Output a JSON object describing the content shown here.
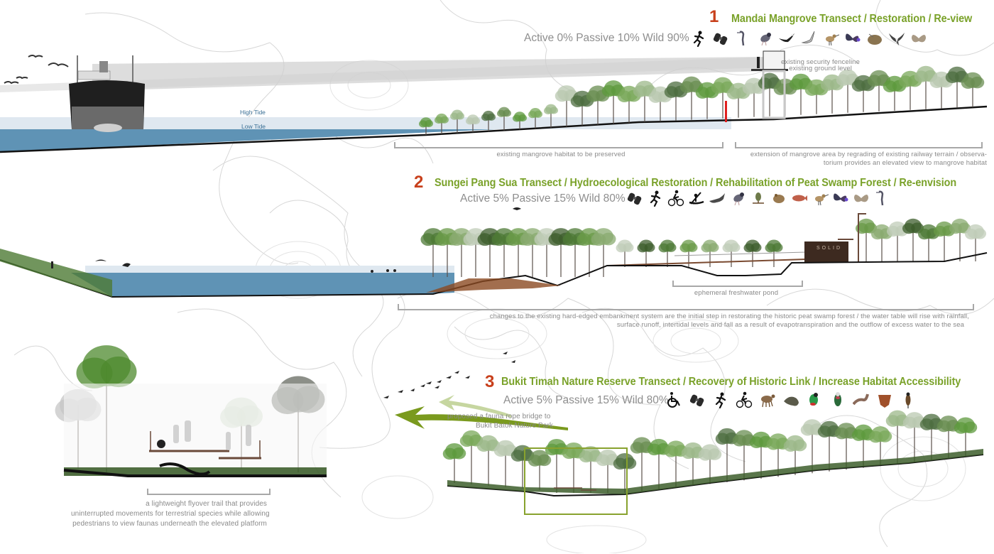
{
  "transects": [
    {
      "number": "1",
      "title": "Mandai Mangrove Transect / Restoration / Re-view",
      "ratio": "Active 0% Passive 10% Wild 90%",
      "icons": [
        "runner-icon",
        "binoculars-icon",
        "heron-icon",
        "night-heron-icon",
        "eagle-icon",
        "tern-icon",
        "sandpiper-icon",
        "butterfly-icon",
        "horseshoe-crab-icon",
        "osprey-icon",
        "moth-icon"
      ],
      "labels": {
        "high_tide": "High Tide",
        "low_tide": "Low Tide",
        "fenceline": "existing security fenceline",
        "ground_level": "existing ground level"
      },
      "notes": [
        "existing mangrove habitat to be preserved",
        "extension of mangrove area by regrading of existing railway terrain / observa-",
        "torium provides an elevated view to mangrove habitat"
      ]
    },
    {
      "number": "2",
      "title": "Sungei Pang Sua Transect / Hydroecological Restoration / Rehabilitation of Peat Swamp Forest / Re-envision",
      "ratio": "Active 5% Passive 15% Wild 80%",
      "icons": [
        "binoculars-icon",
        "runner-icon",
        "cyclist-icon",
        "kayak-icon",
        "monitor-lizard-icon",
        "night-heron-icon",
        "bulbul-icon",
        "frog-icon",
        "fish-icon",
        "sandpiper-icon",
        "butterfly-icon",
        "moth-icon",
        "heron-icon"
      ],
      "labels": {
        "container": "SOLID",
        "pond": "ephemeral freshwater pond"
      },
      "notes": [
        "changes to the existing hard-edged embankment system are the initial step in restorating the historic peat swamp forest / the water table will rise with rainfall,",
        "surface runoff, intertidal levels and fall as a result of evapotranspiration and the outflow of excess water to the sea"
      ]
    },
    {
      "number": "3",
      "title": "Bukit Timah Nature Reserve Transect / Recovery of Historic Link / Increase Habitat Accessibility",
      "ratio": "Active 5% Passive 15% Wild 80%",
      "icons": [
        "wheelchair-icon",
        "binoculars-icon",
        "runner-icon",
        "cyclist-icon",
        "mousedeer-icon",
        "pangolin-icon",
        "pitta-icon",
        "pigeon-icon",
        "gecko-icon",
        "flying-lemur-icon",
        "kingfisher-icon"
      ],
      "labels": {
        "rope_bridge_1": "proposed a fauna rope bridge to",
        "rope_bridge_2": "Bukit Batok Nature Park"
      },
      "notes": [
        "a lightweight flyover trail that provides",
        "uninterrupted movements for terrestrial species while allowing",
        "pedestrians to view faunas underneath the elevated platform"
      ]
    }
  ],
  "colors": {
    "title_green": "#7aa22a",
    "number_orange": "#c8401c",
    "water_blue": "#5f93b5",
    "tide_band": "#dfe8f0",
    "fence_red": "#e02020",
    "frame_green": "#88a22e"
  }
}
